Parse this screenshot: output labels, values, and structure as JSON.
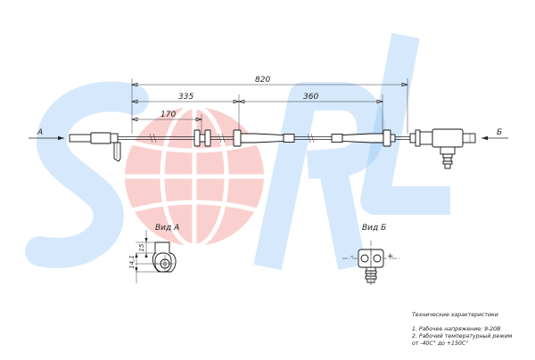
{
  "watermark": {
    "text": "SORL",
    "blue": "#2c8ff0",
    "red": "#e8433f"
  },
  "dimensions": {
    "overall": "820",
    "left_span": "335",
    "right_span": "360",
    "first_clip": "170",
    "bracket_height": "15",
    "bracket_width": "14,1"
  },
  "view_markers": {
    "left": "А",
    "right": "Б"
  },
  "views": {
    "view_a": "Вид А",
    "view_b": "Вид Б"
  },
  "connector_pins": {
    "minus": "-",
    "plus": "+"
  },
  "specs": {
    "title": "Технические характеристики",
    "line1": "1. Рабочее напряжение: 9-20В",
    "line2": "2. Рабочий температурный режим",
    "line3": "от -40С° до +150С°"
  }
}
